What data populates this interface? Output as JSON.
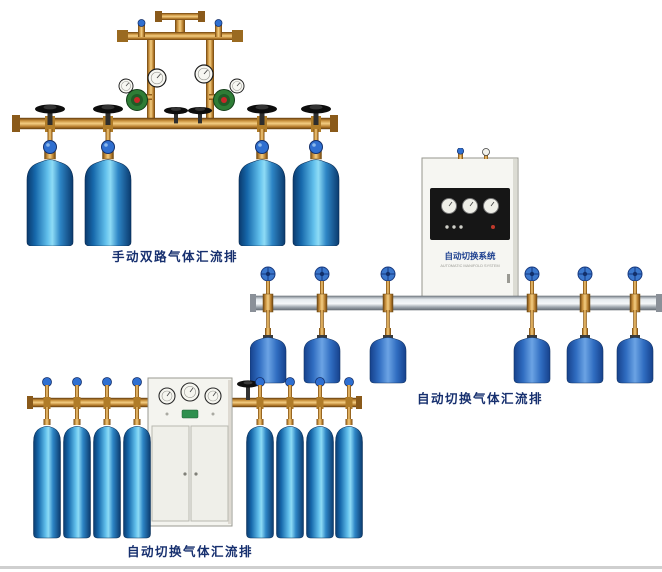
{
  "page": {
    "background": "#ffffff"
  },
  "scenes": [
    {
      "id": "manual-dual-manifold",
      "caption": "手动双路气体汇流排",
      "cylinder_count": 4
    },
    {
      "id": "auto-switch-manifold-wall",
      "caption": "自动切换气体汇流排",
      "cabinet_label": "自动切换系统",
      "cabinet_sublabel": "AUTOMATIC MANIFOLD SYSTEM",
      "bottle_count": 6
    },
    {
      "id": "auto-switch-manifold-cabinet",
      "caption": "自动切换气体汇流排",
      "cylinder_count": 8
    }
  ],
  "colors": {
    "caption_text": "#17306f",
    "brass": "#c9913d",
    "cylinder_blue": "#2e86c6",
    "bottle_blue": "#3f7fd0",
    "rail_silver": "#cfd4da",
    "cabinet_white": "#f5f5f1",
    "handwheel_black": "#111111",
    "valve_cap_blue": "#2f6fd0"
  }
}
